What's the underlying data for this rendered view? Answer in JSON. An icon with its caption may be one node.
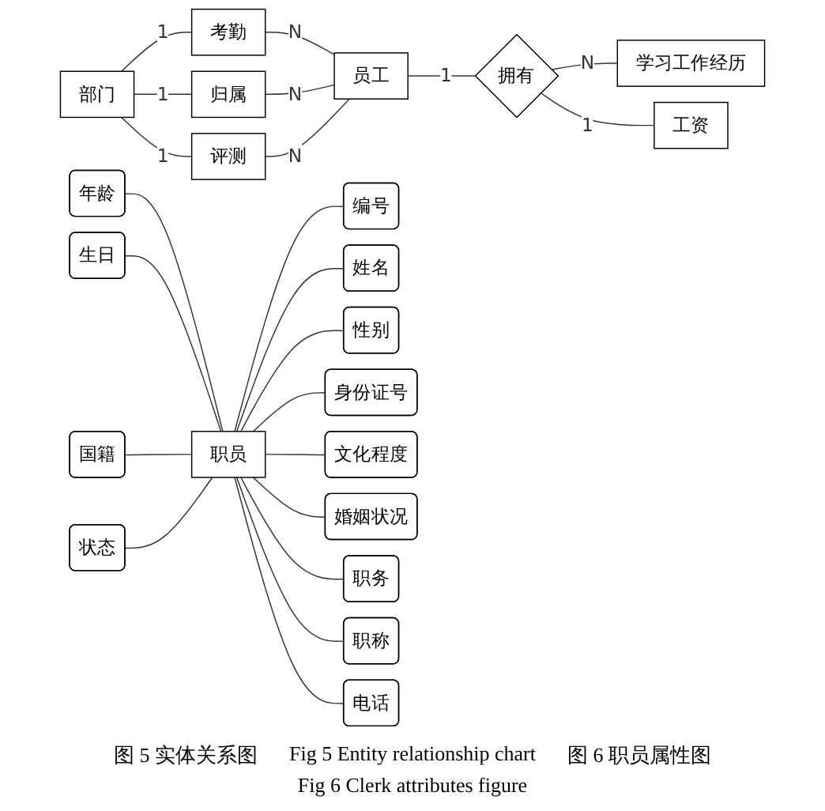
{
  "diagram": {
    "nodes": [
      {
        "text": [
          "部门"
        ]
      },
      {
        "text": [
          "考勤"
        ]
      },
      {
        "text": [
          "归属"
        ]
      },
      {
        "text": [
          "评测"
        ]
      },
      {
        "text": [
          "员工"
        ]
      },
      {
        "text": [
          "拥有"
        ]
      },
      {
        "text": [
          "学习工作经历"
        ]
      },
      {
        "text": [
          "工资"
        ]
      },
      {
        "text": [
          "职员"
        ]
      },
      {
        "text": [
          "年龄"
        ]
      },
      {
        "text": [
          "编号"
        ]
      },
      {
        "text": [
          "姓名"
        ]
      },
      {
        "text": [
          "性别"
        ]
      },
      {
        "text": [
          "身份证号"
        ]
      },
      {
        "text": [
          "生日"
        ]
      },
      {
        "text": [
          "文化程度"
        ]
      },
      {
        "text": [
          "国籍"
        ]
      },
      {
        "text": [
          "婚姻状况"
        ]
      },
      {
        "text": [
          "状态"
        ]
      },
      {
        "text": [
          "职务"
        ]
      },
      {
        "text": [
          "职称"
        ]
      },
      {
        "text": [
          "电话"
        ]
      }
    ],
    "edges": [
      {
        "from": 0,
        "to": 1,
        "arrow": "none",
        "label": "1"
      },
      {
        "from": 0,
        "to": 2,
        "arrow": "none",
        "label": "1"
      },
      {
        "from": 0,
        "to": 3,
        "arrow": "none",
        "label": "1"
      },
      {
        "from": 1,
        "to": 4,
        "arrow": "none",
        "label": "N"
      },
      {
        "from": 2,
        "to": 4,
        "arrow": "none",
        "label": "N"
      },
      {
        "from": 3,
        "to": 4,
        "arrow": "none",
        "label": "N"
      },
      {
        "from": 4,
        "to": 5,
        "arrow": "none",
        "label": "1"
      },
      {
        "from": 5,
        "to": 6,
        "arrow": "none",
        "label": "N"
      },
      {
        "from": 5,
        "to": 7,
        "arrow": "none",
        "label": "1"
      },
      {
        "from": 9,
        "to": 8,
        "arrow": "none"
      },
      {
        "from": 8,
        "to": 10,
        "arrow": "none"
      },
      {
        "from": 8,
        "to": 11,
        "arrow": "none"
      },
      {
        "from": 8,
        "to": 12,
        "arrow": "none"
      },
      {
        "from": 8,
        "to": 13,
        "arrow": "none"
      },
      {
        "from": 14,
        "to": 8,
        "arrow": "none"
      },
      {
        "from": 8,
        "to": 15,
        "arrow": "none"
      },
      {
        "from": 16,
        "to": 8,
        "arrow": "none"
      },
      {
        "from": 8,
        "to": 17,
        "arrow": "none"
      },
      {
        "from": 18,
        "to": 8,
        "arrow": "none"
      },
      {
        "from": 8,
        "to": 19,
        "arrow": "none"
      },
      {
        "from": 8,
        "to": 20,
        "arrow": "none"
      },
      {
        "from": 8,
        "to": 21,
        "arrow": "none"
      }
    ],
    "labels": [
      "图 5 实体关系图",
      "Fig 5 Entity relationship chart",
      "图 6 职员属性图",
      "Fig 6 Clerk attributes figure"
    ]
  }
}
